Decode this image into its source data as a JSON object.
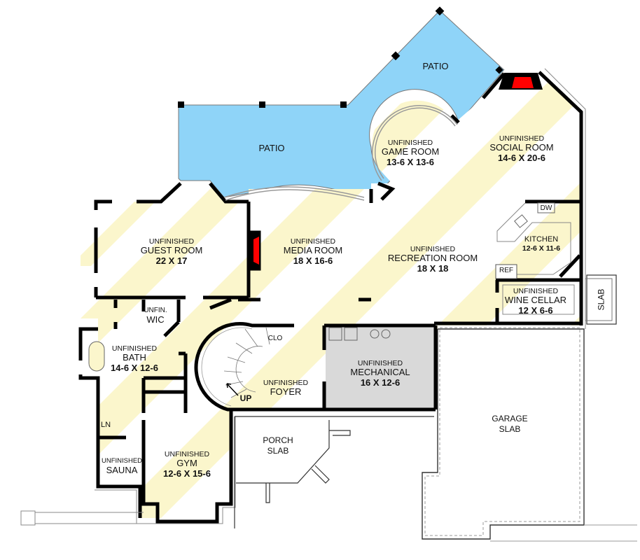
{
  "plan": {
    "colors": {
      "patio": "#8fd4f8",
      "stripe": "#fbf6cc",
      "mechanical": "#d9d9d9",
      "wall": "#000000",
      "fireplace": "#ff0000",
      "window_frame": "#888888"
    },
    "rooms": [
      {
        "id": "guest-room",
        "status": "UNFINISHED",
        "name": "GUEST ROOM",
        "dims": "22 X 17"
      },
      {
        "id": "media-room",
        "status": "UNFINISHED",
        "name": "MEDIA ROOM",
        "dims": "18 X 16-6"
      },
      {
        "id": "game-room",
        "status": "UNFINISHED",
        "name": "GAME ROOM",
        "dims": "13-6 X 13-6"
      },
      {
        "id": "social-room",
        "status": "UNFINISHED",
        "name": "SOCIAL ROOM",
        "dims": "14-6 X 20-6"
      },
      {
        "id": "recreation-room",
        "status": "UNFINISHED",
        "name": "RECREATION ROOM",
        "dims": "18 X 18"
      },
      {
        "id": "kitchen",
        "status": "",
        "name": "KITCHEN",
        "dims": "12-6 X 11-6"
      },
      {
        "id": "wine-cellar",
        "status": "UNFINISHED",
        "name": "WINE CELLAR",
        "dims": "12 X 6-6"
      },
      {
        "id": "bath",
        "status": "UNFINISHED",
        "name": "BATH",
        "dims": "14-6 X 12-6"
      },
      {
        "id": "mechanical",
        "status": "UNFINISHED",
        "name": "MECHANICAL",
        "dims": "16 X 12-6"
      },
      {
        "id": "foyer",
        "status": "UNFINISHED",
        "name": "FOYER",
        "dims": ""
      },
      {
        "id": "gym",
        "status": "UNFINISHED",
        "name": "GYM",
        "dims": "12-6 X 15-6"
      },
      {
        "id": "sauna",
        "status": "UNFINISHED",
        "name": "SAUNA",
        "dims": ""
      },
      {
        "id": "wic",
        "status": "UNFIN.",
        "name": "WIC",
        "dims": ""
      }
    ],
    "areas": {
      "patio_left": "PATIO",
      "patio_right": "PATIO",
      "porch_slab_line1": "PORCH",
      "porch_slab_line2": "SLAB",
      "garage_slab_line1": "GARAGE",
      "garage_slab_line2": "SLAB",
      "side_slab": "SLAB"
    },
    "fixtures": {
      "dishwasher": "DW",
      "refrigerator": "REF",
      "closet": "CLO",
      "linen": "LN",
      "stairs_direction": "UP"
    }
  }
}
